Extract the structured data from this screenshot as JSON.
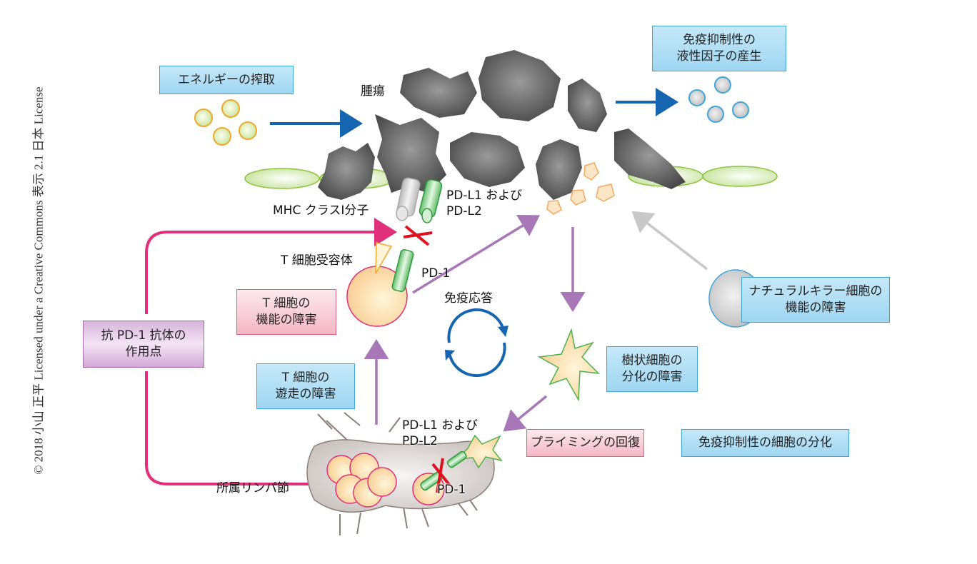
{
  "copyright": "© 2018 小山 正平 Licensed under a Creative Commons 表示 2.1 日本 License",
  "boxes": {
    "energy": "エネルギーの搾取",
    "soluble_factors": "免疫抑制性の\n液性因子の産生",
    "t_cell_function": "T 細胞の\n機能の障害",
    "anti_pd1": "抗 PD-1 抗体の\n作用点",
    "t_cell_migration": "T 細胞の\n遊走の障害",
    "nk_cell": "ナチュラルキラー細胞の\n機能の障害",
    "dendritic": "樹状細胞の\n分化の障害",
    "priming": "プライミングの回復",
    "suppressive_cells": "免疫抑制性の細胞の分化"
  },
  "labels": {
    "tumor": "腫瘍",
    "mhc": "MHC クラスI分子",
    "pdl_top": "PD-L1 および\nPD-L2",
    "tcr": "T 細胞受容体",
    "pd1_top": "PD-1",
    "immune_response": "免疫応答",
    "lymph_node": "所属リンパ節",
    "pdl_bottom": "PD-L1 および\nPD-L2",
    "pd1_bottom": "PD-1"
  },
  "colors": {
    "blue_arrow": "#1565b0",
    "pink_arrow": "#e0307a",
    "purple_arrow": "#a877b8",
    "gray_arrow": "#c8c8c8",
    "red_x": "#e0101e",
    "tumor": "#555555"
  }
}
